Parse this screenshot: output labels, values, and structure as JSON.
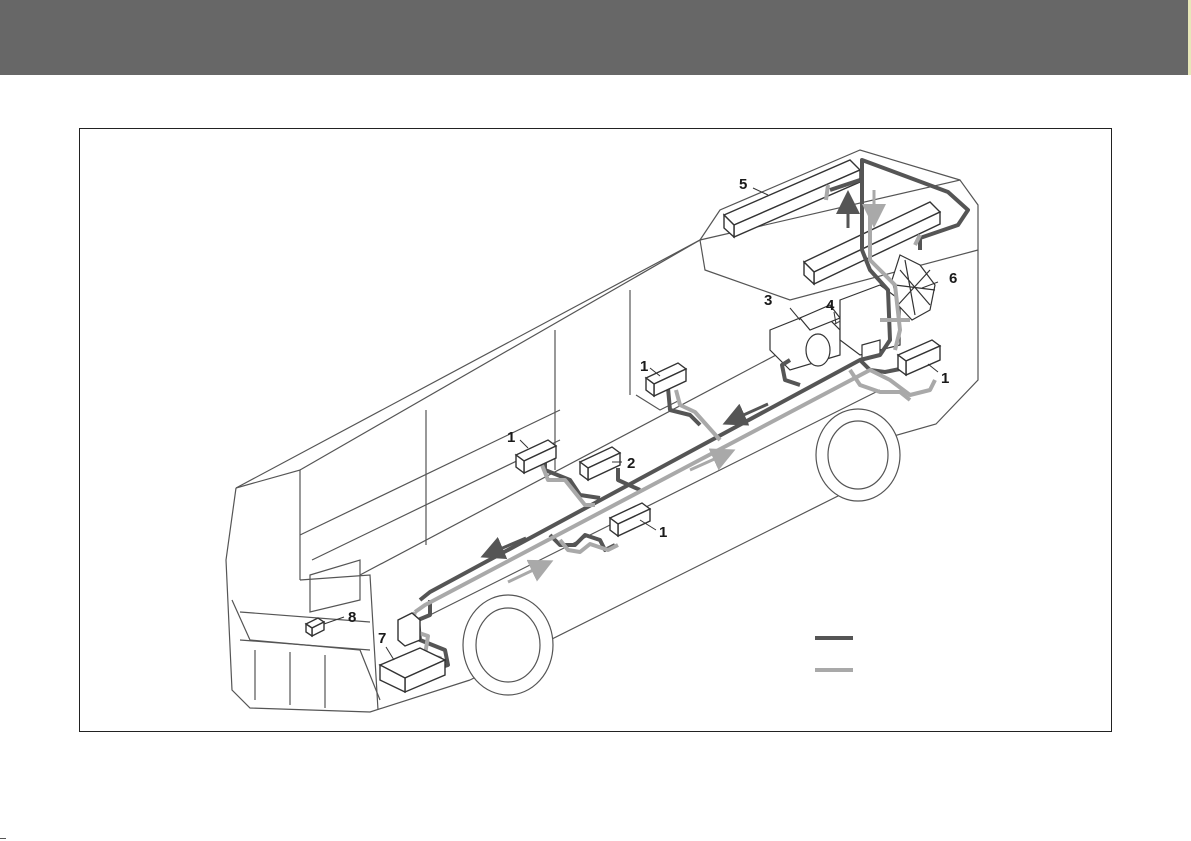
{
  "colors": {
    "header": "#676767",
    "dark_line": "#555555",
    "light_line": "#a9a9a9",
    "outline": "#333333"
  },
  "diagram": {
    "callouts": [
      {
        "id": "c1a",
        "text": "1"
      },
      {
        "id": "c1b",
        "text": "1"
      },
      {
        "id": "c1c",
        "text": "1"
      },
      {
        "id": "c1d",
        "text": "1"
      },
      {
        "id": "c2",
        "text": "2"
      },
      {
        "id": "c3",
        "text": "3"
      },
      {
        "id": "c4",
        "text": "4"
      },
      {
        "id": "c5",
        "text": "5"
      },
      {
        "id": "c6",
        "text": "6"
      },
      {
        "id": "c7",
        "text": "7"
      },
      {
        "id": "c8",
        "text": "8"
      }
    ],
    "legend": [
      {
        "swatch": "dark-line",
        "color": "#555555",
        "text": ""
      },
      {
        "swatch": "light-line",
        "color": "#a9a9a9",
        "text": ""
      }
    ]
  }
}
